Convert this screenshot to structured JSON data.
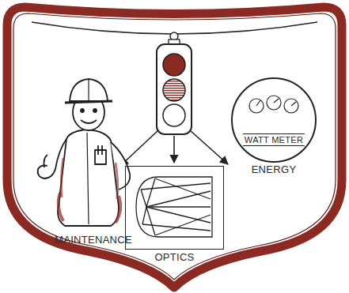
{
  "diagram": {
    "nodes": [
      {
        "text": [
          "MAINTENANCE"
        ]
      },
      {
        "text": [
          "OPTICS"
        ]
      },
      {
        "text": [
          "WATT METER",
          "ENERGY"
        ]
      }
    ]
  }
}
